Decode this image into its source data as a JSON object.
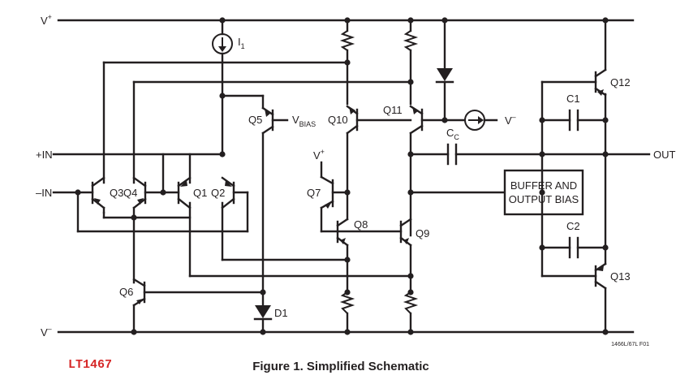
{
  "rails": {
    "positive": "V",
    "positive_sup": "+",
    "negative": "V",
    "negative_sup": "–"
  },
  "inputs": {
    "plus": "+IN",
    "minus": "–IN"
  },
  "output": "OUT",
  "current_source": {
    "label": "I",
    "sub": "1"
  },
  "vbias": {
    "main": "V",
    "sub": "BIAS"
  },
  "compensation_cap": {
    "main": "C",
    "sub": "C"
  },
  "buffer": {
    "line1": "BUFFER AND",
    "line2": "OUTPUT BIAS"
  },
  "q7_supply": {
    "main": "V",
    "sup": "+"
  },
  "q11_load_vminus": {
    "main": "V",
    "sup": "–"
  },
  "transistors": {
    "q1": "Q1",
    "q2": "Q2",
    "q3": "Q3",
    "q4": "Q4",
    "q5": "Q5",
    "q6": "Q6",
    "q7": "Q7",
    "q8": "Q8",
    "q9": "Q9",
    "q10": "Q10",
    "q11": "Q11",
    "q12": "Q12",
    "q13": "Q13"
  },
  "caps": {
    "c1": "C1",
    "c2": "C2"
  },
  "diode": "D1",
  "figure_code": "1466L/67L F01",
  "part_number": "LT1467",
  "caption": "Figure 1. Simplified Schematic"
}
